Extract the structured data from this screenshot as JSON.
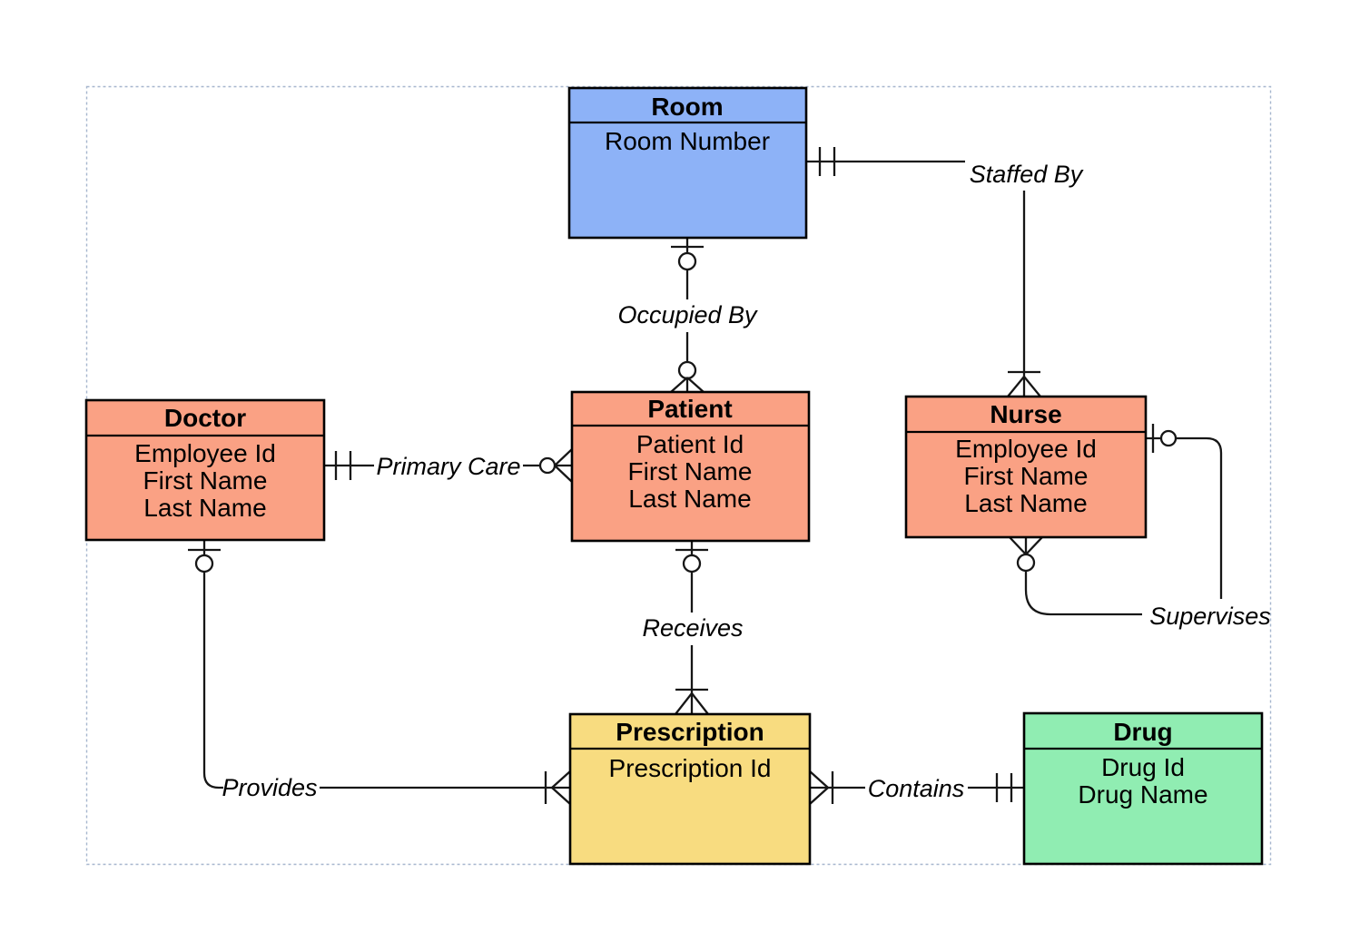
{
  "colors": {
    "entity_blue": "#8DB2F7",
    "entity_salmon": "#FAA184",
    "entity_yellow": "#F8DC80",
    "entity_green": "#90EDB2",
    "line_black": "#161616",
    "frame_dash_blue": "#A6B6CE"
  },
  "entities": {
    "room": {
      "name": "Room",
      "attributes": [
        "Room Number"
      ],
      "color": "#8DB2F7"
    },
    "doctor": {
      "name": "Doctor",
      "attributes": [
        "Employee Id",
        "First Name",
        "Last Name"
      ],
      "color": "#FAA184"
    },
    "patient": {
      "name": "Patient",
      "attributes": [
        "Patient Id",
        "First Name",
        "Last Name"
      ],
      "color": "#FAA184"
    },
    "nurse": {
      "name": "Nurse",
      "attributes": [
        "Employee Id",
        "First Name",
        "Last Name"
      ],
      "color": "#FAA184"
    },
    "prescription": {
      "name": "Prescription",
      "attributes": [
        "Prescription Id"
      ],
      "color": "#F8DC80"
    },
    "drug": {
      "name": "Drug",
      "attributes": [
        "Drug Id",
        "Drug Name"
      ],
      "color": "#90EDB2"
    }
  },
  "relationships": {
    "staffed_by": {
      "label": "Staffed By",
      "from": "Room",
      "to": "Nurse",
      "from_cardinality": "one and only one",
      "to_cardinality": "one or many"
    },
    "occupied_by": {
      "label": "Occupied By",
      "from": "Room",
      "to": "Patient",
      "from_cardinality": "zero or one",
      "to_cardinality": "zero or many"
    },
    "primary_care": {
      "label": "Primary Care",
      "from": "Doctor",
      "to": "Patient",
      "from_cardinality": "one and only one",
      "to_cardinality": "zero or many"
    },
    "receives": {
      "label": "Receives",
      "from": "Patient",
      "to": "Prescription",
      "from_cardinality": "zero or one",
      "to_cardinality": "one or many"
    },
    "provides": {
      "label": "Provides",
      "from": "Doctor",
      "to": "Prescription",
      "from_cardinality": "zero or one",
      "to_cardinality": "one or many"
    },
    "contains": {
      "label": "Contains",
      "from": "Prescription",
      "to": "Drug",
      "from_cardinality": "one or many",
      "to_cardinality": "one and only one"
    },
    "supervises": {
      "label": "Supervises",
      "from": "Nurse",
      "to": "Nurse",
      "from_cardinality": "zero or one",
      "to_cardinality": "zero or many"
    }
  }
}
